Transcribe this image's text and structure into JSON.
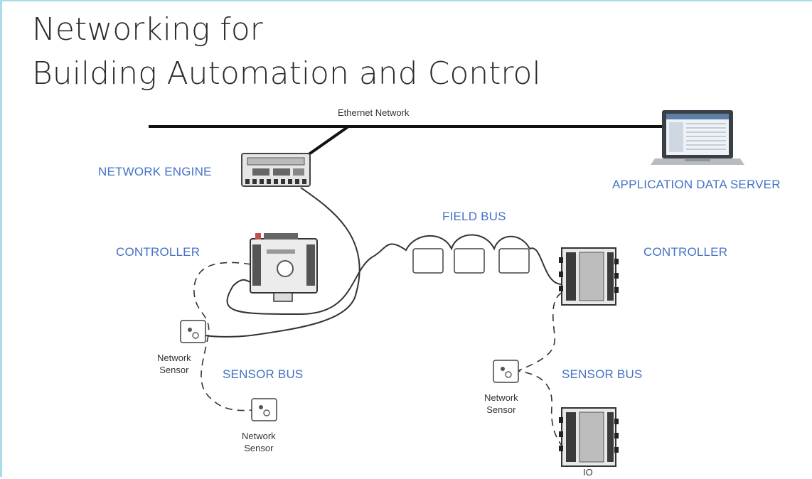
{
  "title": {
    "line1": "Networking for",
    "line2": "Building Automation and Control"
  },
  "diagram": {
    "ethernet_label": "Ethernet Network",
    "network_engine_label": "NETWORK ENGINE",
    "application_server_label": "APPLICATION DATA SERVER",
    "field_bus_label": "FIELD BUS",
    "controller_left_label": "CONTROLLER",
    "controller_right_label": "CONTROLLER",
    "sensor_bus_left_label": "SENSOR BUS",
    "sensor_bus_right_label": "SENSOR BUS",
    "sensor_left_upper": {
      "line1": "Network",
      "line2": "Sensor"
    },
    "sensor_left_lower": {
      "line1": "Network",
      "line2": "Sensor"
    },
    "sensor_right": {
      "line1": "Network",
      "line2": "Sensor"
    },
    "io_label": "IO"
  },
  "colors": {
    "label_blue": "#4472c4",
    "line": "#222222",
    "slide_border": "#a9dbe8"
  }
}
